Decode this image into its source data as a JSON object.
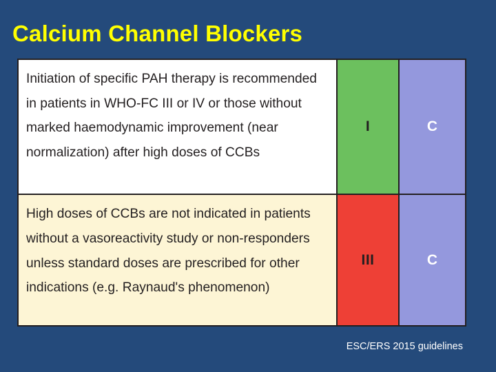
{
  "slide": {
    "title": "Calcium Channel Blockers",
    "background_color": "#244a7b",
    "title_color": "#ffff00",
    "source_note": "ESC/ERS 2015 guidelines"
  },
  "table": {
    "rows": [
      {
        "statement": "Initiation of specific PAH therapy is recommended in patients in WHO-FC III or IV or those without marked haemodynamic improvement (near normalization) after high doses of CCBs",
        "class": "I",
        "level": "C",
        "class_color": "#6cc05e",
        "level_color": "#9498dd",
        "statement_background": "#ffffff"
      },
      {
        "statement": "High doses of CCBs are not indicated in patients without a vasoreactivity study or non-responders unless standard doses are prescribed for other indications (e.g. Raynaud's phenomenon)",
        "class": "III",
        "level": "C",
        "class_color": "#ee4036",
        "level_color": "#9498dd",
        "statement_background": "#fdf5d5"
      }
    ]
  }
}
